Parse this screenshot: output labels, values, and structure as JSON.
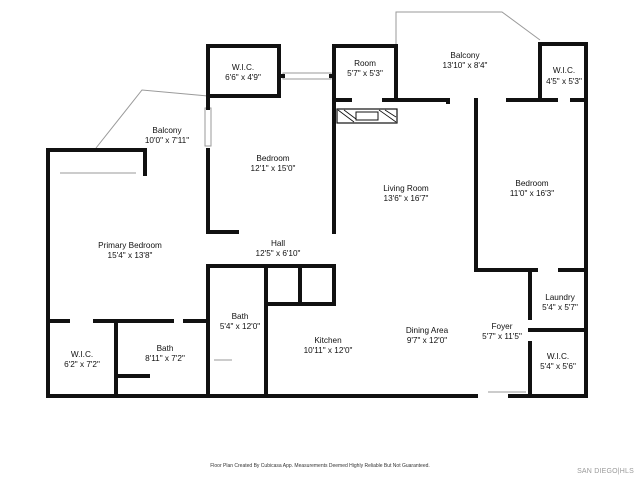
{
  "rooms": [
    {
      "id": "wic-top",
      "name": "W.I.C.",
      "dims": "6'6\" x 4'9\""
    },
    {
      "id": "room-small",
      "name": "Room",
      "dims": "5'7\" x 5'3\""
    },
    {
      "id": "balcony-right",
      "name": "Balcony",
      "dims": "13'10\" x 8'4\""
    },
    {
      "id": "wic-right-top",
      "name": "W.I.C.",
      "dims": "4'5\" x 5'3\""
    },
    {
      "id": "balcony-left",
      "name": "Balcony",
      "dims": "10'0\" x 7'11\""
    },
    {
      "id": "bedroom-center",
      "name": "Bedroom",
      "dims": "12'1\" x 15'0\""
    },
    {
      "id": "living-room",
      "name": "Living Room",
      "dims": "13'6\" x 16'7\""
    },
    {
      "id": "bedroom-right",
      "name": "Bedroom",
      "dims": "11'0\" x 16'3\""
    },
    {
      "id": "primary-bedroom",
      "name": "Primary Bedroom",
      "dims": "15'4\" x 13'8\""
    },
    {
      "id": "hall",
      "name": "Hall",
      "dims": "12'5\" x 6'10\""
    },
    {
      "id": "laundry",
      "name": "Laundry",
      "dims": "5'4\" x 5'7\""
    },
    {
      "id": "bath-center",
      "name": "Bath",
      "dims": "5'4\" x 12'0\""
    },
    {
      "id": "foyer",
      "name": "Foyer",
      "dims": "5'7\" x 11'5\""
    },
    {
      "id": "dining-area",
      "name": "Dining Area",
      "dims": "9'7\" x 12'0\""
    },
    {
      "id": "kitchen",
      "name": "Kitchen",
      "dims": "10'11\" x 12'0\""
    },
    {
      "id": "wic-left",
      "name": "W.I.C.",
      "dims": "6'2\" x 7'2\""
    },
    {
      "id": "bath-left",
      "name": "Bath",
      "dims": "8'11\" x 7'2\""
    },
    {
      "id": "wic-right-bottom",
      "name": "W.I.C.",
      "dims": "5'4\" x 5'6\""
    }
  ],
  "footer": {
    "disclaimer": "Floor Plan Created By Cubicasa App. Measurements Deemed Highly Reliable But Not Guaranteed."
  },
  "watermark": "SAN DIEGO|HLS",
  "colors": {
    "wall": "#111111",
    "thin_line": "#9a9a9a",
    "background": "#ffffff"
  }
}
